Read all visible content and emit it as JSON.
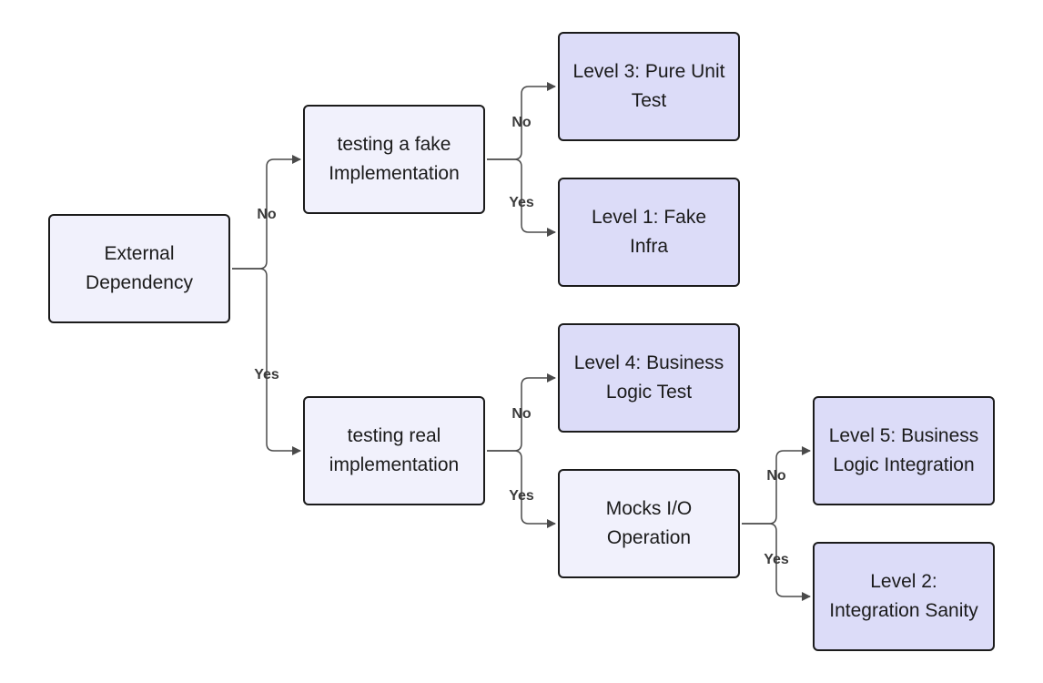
{
  "nodes": {
    "external_dependency": "External Dependency",
    "testing_fake": "testing a fake Implementation",
    "testing_real": "testing real implementation",
    "mocks_io": "Mocks I/O Operation",
    "level3": "Level 3: Pure Unit Test",
    "level1": "Level 1: Fake Infra",
    "level4": "Level 4: Business Logic Test",
    "level5": "Level 5: Business Logic Integration",
    "level2": "Level 2: Integration Sanity"
  },
  "edge_labels": {
    "ext_to_fake": "No",
    "ext_to_real": "Yes",
    "fake_to_level3": "No",
    "fake_to_level1": "Yes",
    "real_to_level4": "No",
    "real_to_mocks": "Yes",
    "mocks_to_level5": "No",
    "mocks_to_level2": "Yes"
  },
  "colors": {
    "decision_fill": "#f1f1fc",
    "leaf_fill": "#dcdcf8",
    "border": "#1b1b1b",
    "edge": "#4a4a4a"
  }
}
